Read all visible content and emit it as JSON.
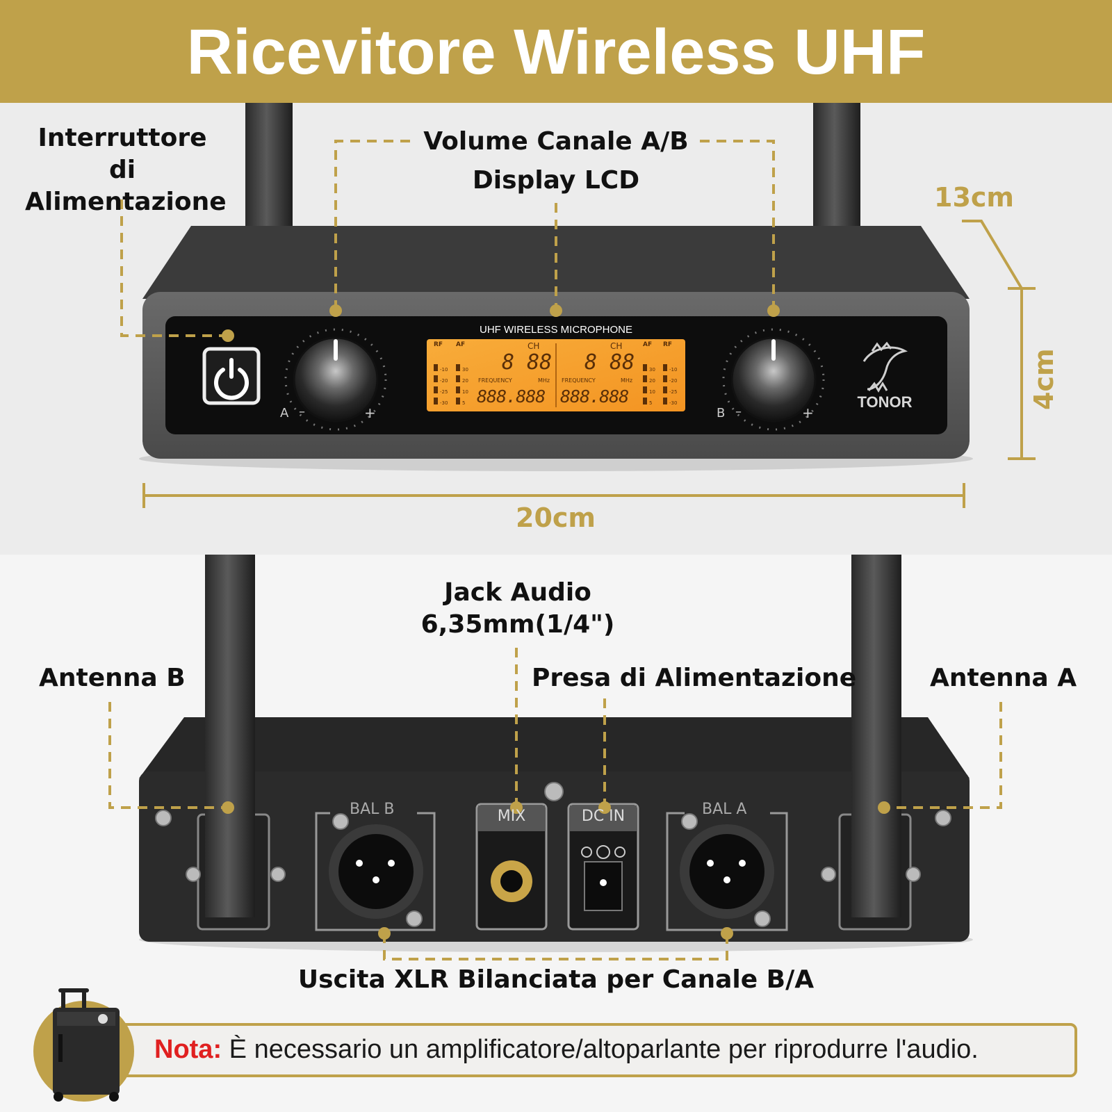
{
  "header": {
    "title": "Ricevitore Wireless UHF"
  },
  "colors": {
    "accent_gold": "#bfa14a",
    "device_dark": "#2a2a2a",
    "lcd_orange": "#f6a12a",
    "note_red": "#e02020"
  },
  "front": {
    "labels": {
      "power_switch": [
        "Interruttore di",
        "Alimentazione"
      ],
      "volume": "Volume Canale A/B",
      "lcd": "Display LCD"
    },
    "dimensions": {
      "depth": "13cm",
      "height": "4cm",
      "width": "20cm"
    },
    "lcd_panel": {
      "title": "UHF WIRELESS MICROPHONE",
      "rf": "RF",
      "af": "AF",
      "ch": "CH",
      "frequency": "FREQUENCY",
      "mhz": "MHz",
      "ch_digits": "8 88",
      "freq_digits": "888.888",
      "scale_left": [
        "-10",
        "-20",
        "-25",
        "-30"
      ],
      "scale_mid": [
        "30",
        "20",
        "10",
        "5"
      ]
    },
    "knob_a": {
      "letter": "A",
      "minus": "–",
      "plus": "+"
    },
    "knob_b": {
      "letter": "B",
      "minus": "–",
      "plus": "+"
    },
    "brand": "TONOR",
    "icons": [
      "power-icon",
      "tonor-logo-icon"
    ]
  },
  "back": {
    "labels": {
      "jack": [
        "Jack Audio",
        "6,35mm(1/4\")"
      ],
      "power_socket": "Presa di Alimentazione",
      "antenna_b": "Antenna B",
      "antenna_a": "Antenna A",
      "xlr_output": "Uscita XLR Bilanciata per Canale B/A"
    },
    "ports": {
      "bal_b": "BAL B",
      "mix": "MIX",
      "dc_in": "DC IN",
      "bal_a": "BAL A"
    }
  },
  "note": {
    "prefix": "Nota:",
    "text": " È necessario un amplificatore/altoparlante per riprodurre l'audio."
  }
}
